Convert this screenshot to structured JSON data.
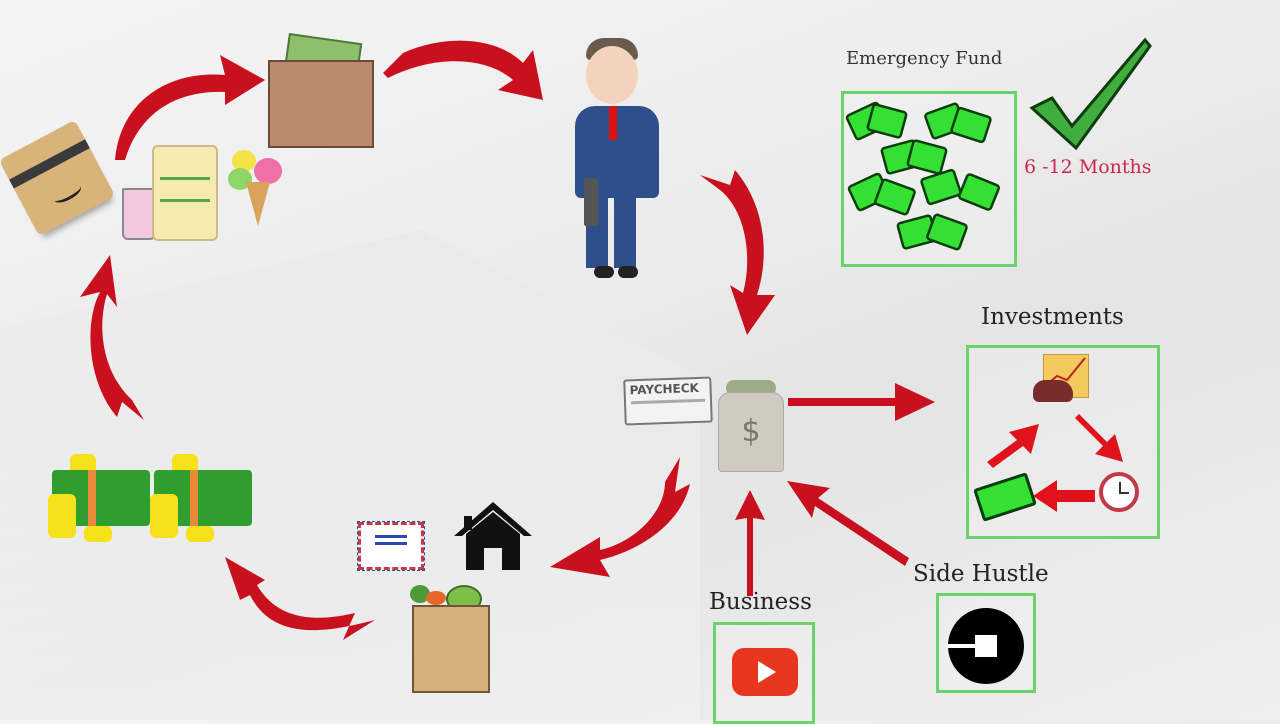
{
  "emergency_fund": {
    "title": "Emergency Fund",
    "duration": "6 -12 Months",
    "icon": "money-pile-icon",
    "check_icon": "checkmark-icon"
  },
  "investments": {
    "title": "Investments",
    "cycle_icons": [
      "stock-chart-bull-icon",
      "alarm-clock-icon",
      "dollar-bill-icon"
    ]
  },
  "income_hub": {
    "paycheck_label": "PAYCHECK",
    "money_bag_symbol": "$"
  },
  "sources": [
    {
      "label": "Business",
      "icon": "youtube-icon"
    },
    {
      "label": "Side Hustle",
      "icon": "uber-icon"
    }
  ],
  "expenses": [
    "mail-bill-icon",
    "house-icon",
    "grocery-bag-icon"
  ],
  "savings": [
    "cash-stack-icon",
    "cash-stack-icon"
  ],
  "spending": [
    "amazon-box-icon",
    "drink-cup-icon",
    "shopping-bag-icon",
    "ice-cream-icon"
  ],
  "flow": [
    "worker-icon",
    "wallet-icon"
  ],
  "colors": {
    "arrow": "#c8101e",
    "box_border": "#6ad36a",
    "accent_text": "#d0254e",
    "check": "#3fae3f"
  }
}
